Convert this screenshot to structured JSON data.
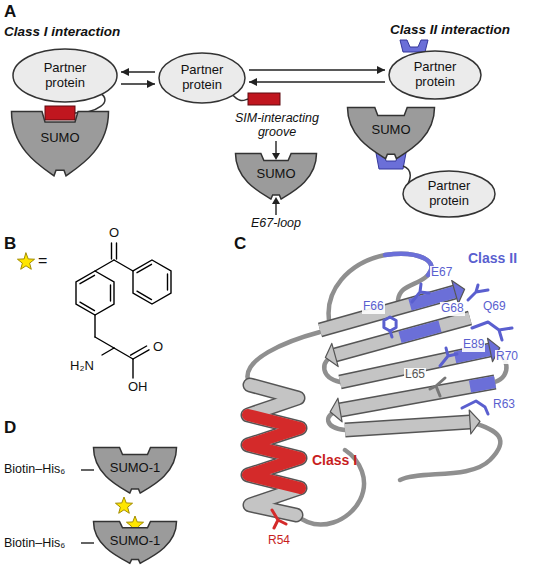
{
  "diagram": {
    "nodes": [
      {
        "text": [
          "Partner protein"
        ]
      },
      {
        "text": [
          "SUMO"
        ]
      },
      {
        "text": [
          "Partner protein"
        ]
      },
      {
        "text": [
          "SUMO"
        ]
      },
      {
        "text": [
          "Partner protein"
        ]
      },
      {
        "text": [
          "SUMO"
        ]
      },
      {
        "text": [
          "Partner protein"
        ]
      },
      {
        "text": [
          "SUMO-1"
        ]
      },
      {
        "text": [
          "SUMO-1"
        ]
      }
    ],
    "edges": [
      {
        "from": 2,
        "to": 0,
        "arrow": "to"
      },
      {
        "from": 0,
        "to": 2,
        "arrow": "to"
      },
      {
        "from": 2,
        "to": 4,
        "arrow": "to"
      },
      {
        "from": 4,
        "to": 2,
        "arrow": "to"
      }
    ],
    "labels": [
      "A",
      "Class I interaction",
      "Class II interaction",
      "SIM-interacting groove",
      "E67-loop",
      "B",
      "=",
      "O",
      "O",
      "H₂N",
      "OH",
      "C",
      "Class II",
      "E67",
      "G68",
      "Q69",
      "F66",
      "E89",
      "R70",
      "L65",
      "R63",
      "Class I",
      "R54",
      "D",
      "Biotin–His₆",
      "Biotin–His₆"
    ]
  }
}
